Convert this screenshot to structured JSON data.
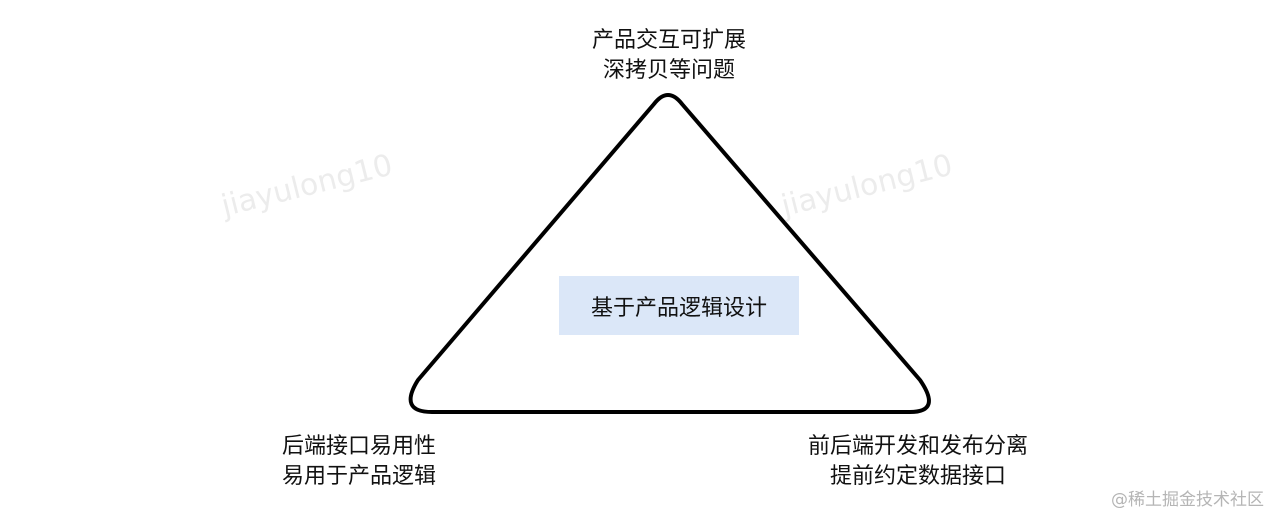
{
  "diagram": {
    "top_label": [
      "产品交互可扩展",
      "深拷贝等问题"
    ],
    "left_label": [
      "后端接口易用性",
      "易用于产品逻辑"
    ],
    "right_label": [
      "前后端开发和发布分离",
      "提前约定数据接口"
    ],
    "center_label": "基于产品逻辑设计",
    "stroke_color": "#000000",
    "center_fill": "#dbe7f8"
  },
  "watermarks": [
    "jiayulong10",
    "jiayulong10"
  ],
  "credit": "@稀土掘金技术社区"
}
